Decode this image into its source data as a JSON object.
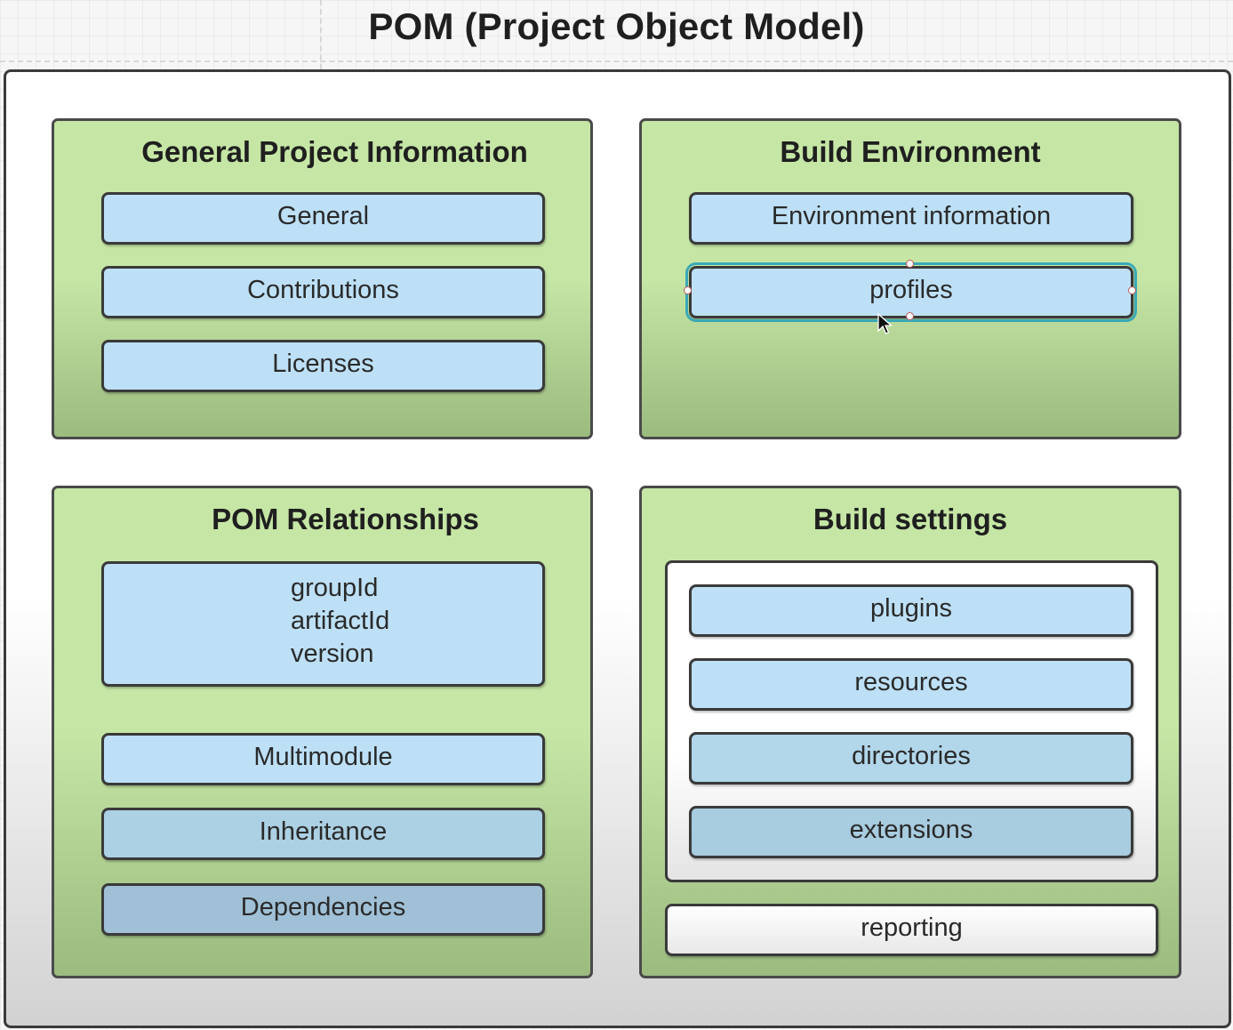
{
  "title": "POM (Project Object Model)",
  "colors": {
    "group_fill": "#c5e6a5",
    "item_fill": "#bde0f6",
    "selection_outline": "#3aa9b7",
    "border": "#3a3a3a"
  },
  "groups": {
    "general": {
      "title": "General Project Information",
      "items": [
        "General",
        "Contributions",
        "Licenses"
      ]
    },
    "environment": {
      "title": "Build Environment",
      "items": [
        "Environment information",
        "profiles"
      ],
      "selected_item": "profiles"
    },
    "relationships": {
      "title": "POM Relationships",
      "coordinates": [
        "groupId",
        "artifactId",
        "version"
      ],
      "items": [
        "Multimodule",
        "Inheritance",
        "Dependencies"
      ]
    },
    "settings": {
      "title": "Build settings",
      "items": [
        "plugins",
        "resources",
        "directories",
        "extensions"
      ],
      "reporting": "reporting"
    }
  }
}
